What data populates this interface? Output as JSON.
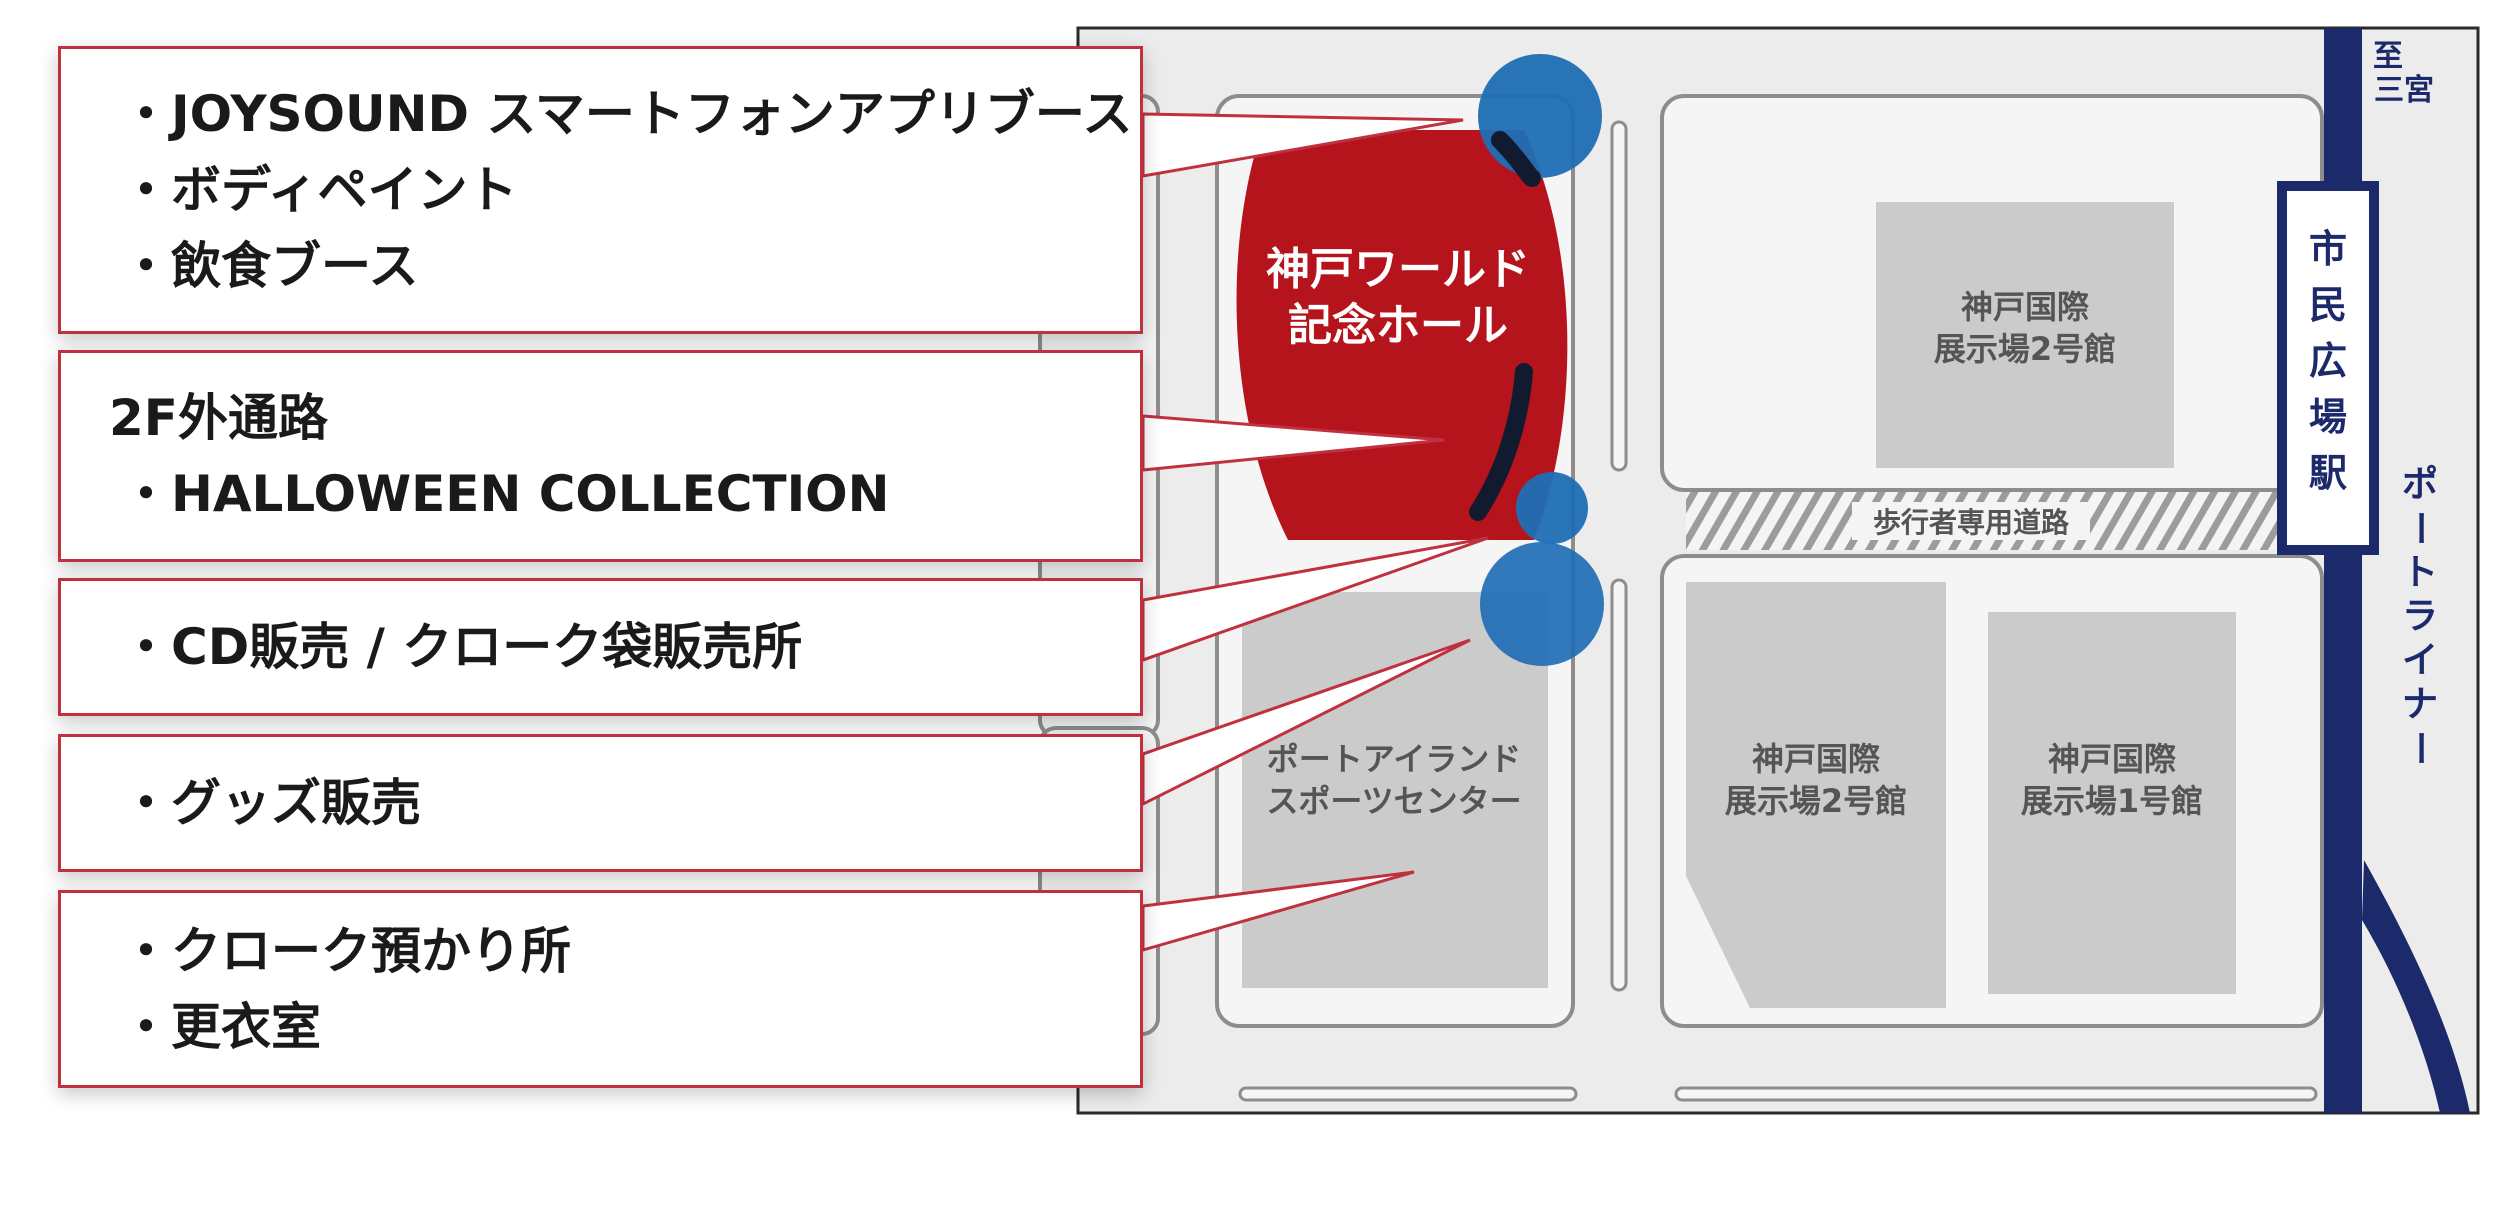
{
  "map": {
    "station_name": "市民広場駅",
    "station_chars": [
      "市",
      "民",
      "広",
      "場",
      "駅"
    ],
    "direction_label": "至三宮",
    "direction_chars": [
      "至",
      "三宮"
    ],
    "line_name": "ポートライナー",
    "line_chars": [
      "ポ",
      "ー",
      "ト",
      "ラ",
      "イ",
      "ナ",
      "ー"
    ],
    "walkway_label": "歩行者専用道路",
    "hall_main": {
      "line1": "神戸ワールド",
      "line2": "記念ホール"
    },
    "building_top_right": {
      "line1": "神戸国際",
      "line2": "展示場2号館"
    },
    "building_bottom_mid": {
      "line1": "神戸国際",
      "line2": "展示場2号館"
    },
    "building_bottom_right": {
      "line1": "神戸国際",
      "line2": "展示場1号館"
    },
    "sports_center": {
      "line1": "ポートアイランド",
      "line2": "スポーツセンター"
    },
    "colors": {
      "hall_red": "#b5141c",
      "marker_blue": "#1f6eb4",
      "rail_navy": "#1c2a6b",
      "building_gray": "#cbcbcb",
      "ground": "#ebebeb",
      "callout_border": "#c0313f"
    }
  },
  "callouts": [
    {
      "lines": [
        "・JOYSOUND スマートフォンアプリブース",
        "・ボディペイント",
        "・飲食ブース"
      ]
    },
    {
      "heading": "2F外通路",
      "lines": [
        "・HALLOWEEN COLLECTION"
      ]
    },
    {
      "lines": [
        "・CD販売 / クローク袋販売所"
      ]
    },
    {
      "lines": [
        "・グッズ販売"
      ]
    },
    {
      "lines": [
        "・クローク預かり所",
        "・更衣室"
      ]
    }
  ]
}
